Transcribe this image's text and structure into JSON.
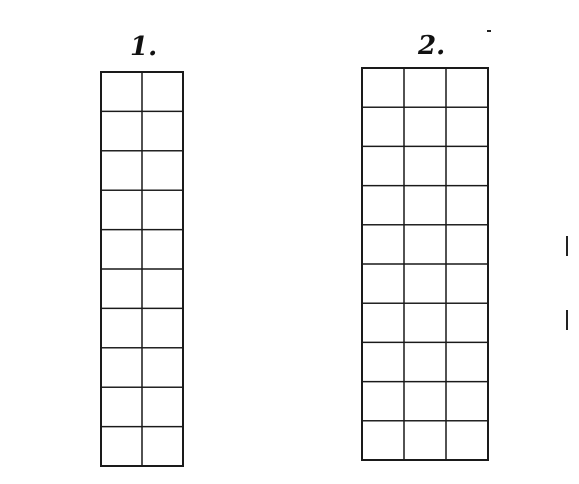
{
  "figure": {
    "grids": [
      {
        "label": "1.",
        "rows": 10,
        "cols": 2
      },
      {
        "label": "2.",
        "rows": 10,
        "cols": 3
      }
    ],
    "ink_color": "#1a1a1a",
    "background_color": "#ffffff"
  }
}
